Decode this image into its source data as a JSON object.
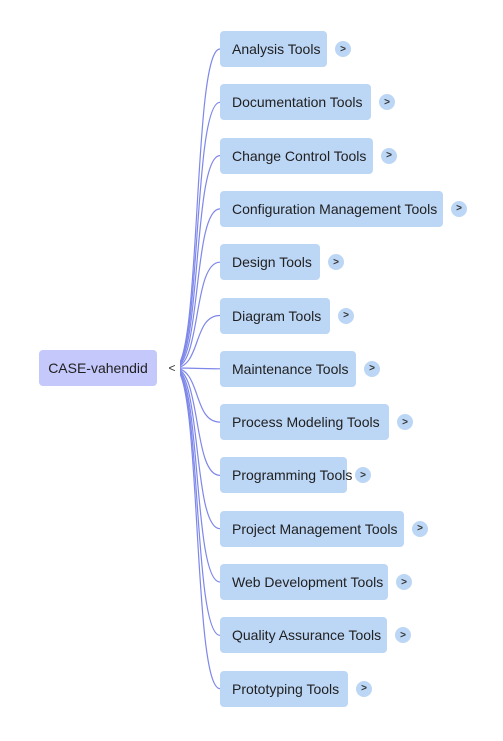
{
  "root": {
    "label": "CASE-vahendid",
    "collapse_symbol": "<"
  },
  "expand_symbol": ">",
  "colors": {
    "root_bg": "#c5c8fb",
    "child_bg": "#bcd6f5",
    "connector": "#7e87ea"
  },
  "children": [
    {
      "label": "Analysis Tools"
    },
    {
      "label": "Documentation Tools"
    },
    {
      "label": "Change Control Tools"
    },
    {
      "label": "Configuration Management Tools"
    },
    {
      "label": "Design Tools"
    },
    {
      "label": "Diagram Tools"
    },
    {
      "label": "Maintenance Tools"
    },
    {
      "label": "Process Modeling Tools"
    },
    {
      "label": "Programming Tools"
    },
    {
      "label": "Project Management Tools"
    },
    {
      "label": "Web Development Tools"
    },
    {
      "label": "Quality Assurance Tools"
    },
    {
      "label": "Prototyping Tools"
    }
  ]
}
